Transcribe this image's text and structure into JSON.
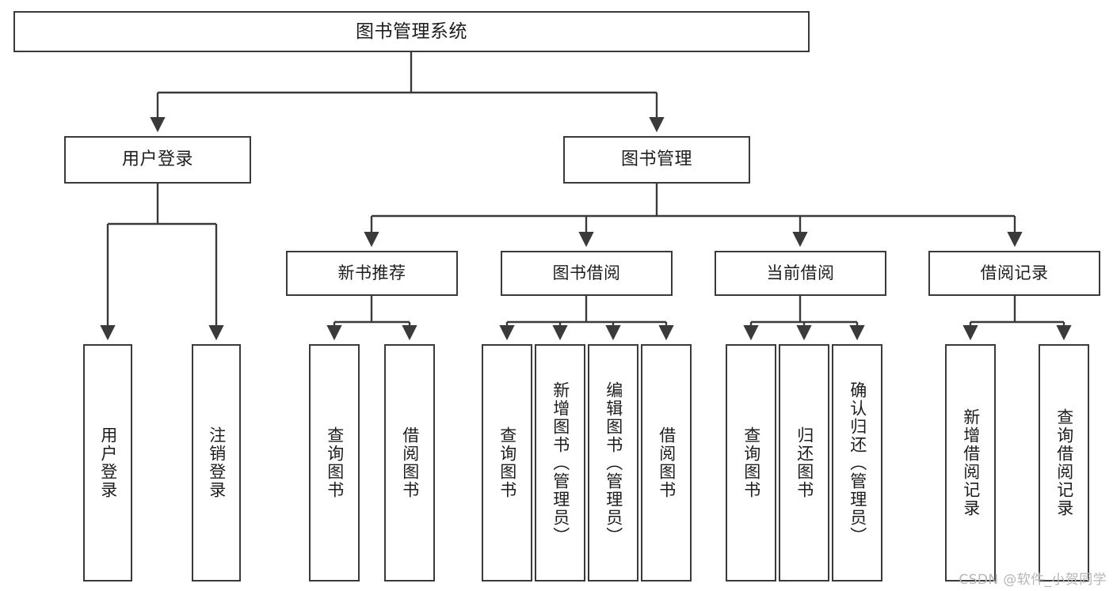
{
  "diagram": {
    "title": "图书管理系统",
    "type": "tree-hierarchy",
    "style": {
      "box_border_color": "#3a3a3a",
      "box_fill_color": "#ffffff",
      "connector_color": "#3a3a3a",
      "text_color": "#1d1d1d",
      "background": "#ffffff",
      "watermark_color": "#b6b6b6"
    },
    "root": {
      "label": "图书管理系统"
    },
    "branches": [
      {
        "label": "用户登录"
      },
      {
        "label": "图书管理"
      }
    ],
    "categories": [
      {
        "label": "新书推荐"
      },
      {
        "label": "图书借阅"
      },
      {
        "label": "当前借阅"
      },
      {
        "label": "借阅记录"
      }
    ],
    "leaves": {
      "user_login": [
        {
          "label": "用户登录"
        },
        {
          "label": "注销登录"
        }
      ],
      "new_book_recommend": [
        {
          "label": "查询图书"
        },
        {
          "label": "借阅图书"
        }
      ],
      "book_borrow": [
        {
          "label": "查询图书"
        },
        {
          "label": "新增图书（管理员）"
        },
        {
          "label": "编辑图书（管理员）"
        },
        {
          "label": "借阅图书"
        }
      ],
      "current_borrow": [
        {
          "label": "查询图书"
        },
        {
          "label": "归还图书"
        },
        {
          "label": "确认归还（管理员）"
        }
      ],
      "borrow_record": [
        {
          "label": "新增借阅记录"
        },
        {
          "label": "查询借阅记录"
        }
      ]
    },
    "watermark": "CSDN @软件_小贺同学"
  }
}
